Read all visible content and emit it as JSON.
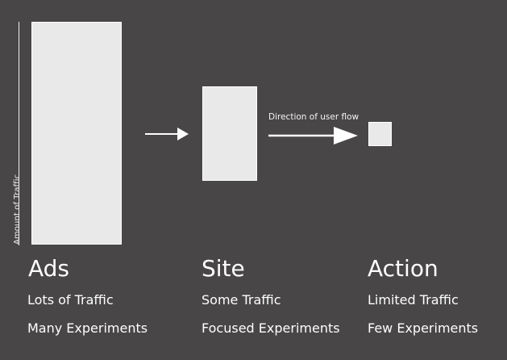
{
  "axis": {
    "label": "Amount of Traffic"
  },
  "flow": {
    "label": "Direction of user flow"
  },
  "stages": [
    {
      "title": "Ads",
      "traffic": "Lots of Traffic",
      "experiments": "Many Experiments"
    },
    {
      "title": "Site",
      "traffic": "Some Traffic",
      "experiments": "Focused Experiments"
    },
    {
      "title": "Action",
      "traffic": "Limited Traffic",
      "experiments": "Few Experiments"
    }
  ],
  "colors": {
    "background": "#484646",
    "block_fill": "#e9e9e9",
    "text": "#ffffff"
  },
  "icons": [
    "right-arrow-icon",
    "flow-arrow-icon"
  ]
}
